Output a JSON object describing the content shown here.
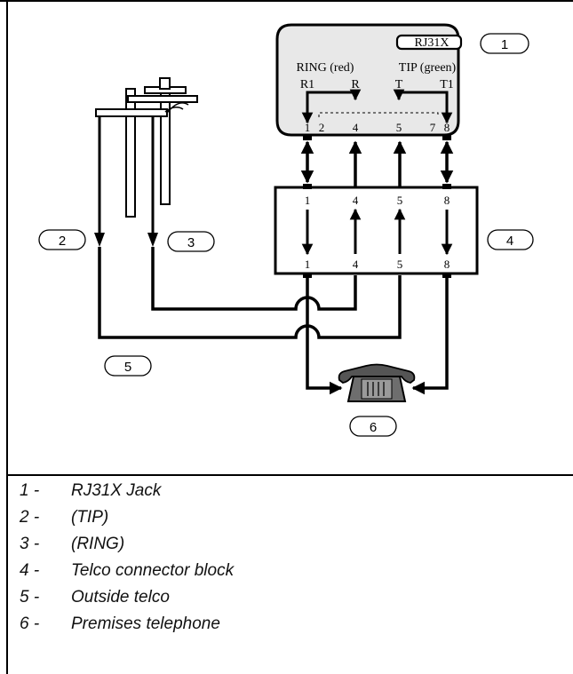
{
  "callouts": {
    "c1": "1",
    "c2": "2",
    "c3": "3",
    "c4": "4",
    "c5": "5",
    "c6": "6"
  },
  "jack": {
    "label": "RJ31X",
    "ring_label": "RING (red)",
    "tip_label": "TIP (green)",
    "r1": "R1",
    "r": "R",
    "t": "T",
    "t1": "T1",
    "pins_top": [
      "1",
      "2",
      "4",
      "5",
      "7",
      "8"
    ]
  },
  "block": {
    "pins_top": [
      "1",
      "4",
      "5",
      "8"
    ],
    "pins_bottom": [
      "1",
      "4",
      "5",
      "8"
    ]
  },
  "legend": [
    {
      "num": "1 -",
      "text": "RJ31X Jack"
    },
    {
      "num": "2 -",
      "text": "(TIP)"
    },
    {
      "num": "3 -",
      "text": "(RING)"
    },
    {
      "num": "4 -",
      "text": "Telco connector block"
    },
    {
      "num": "5 -",
      "text": "Outside telco"
    },
    {
      "num": "6 -",
      "text": "Premises telephone"
    }
  ]
}
